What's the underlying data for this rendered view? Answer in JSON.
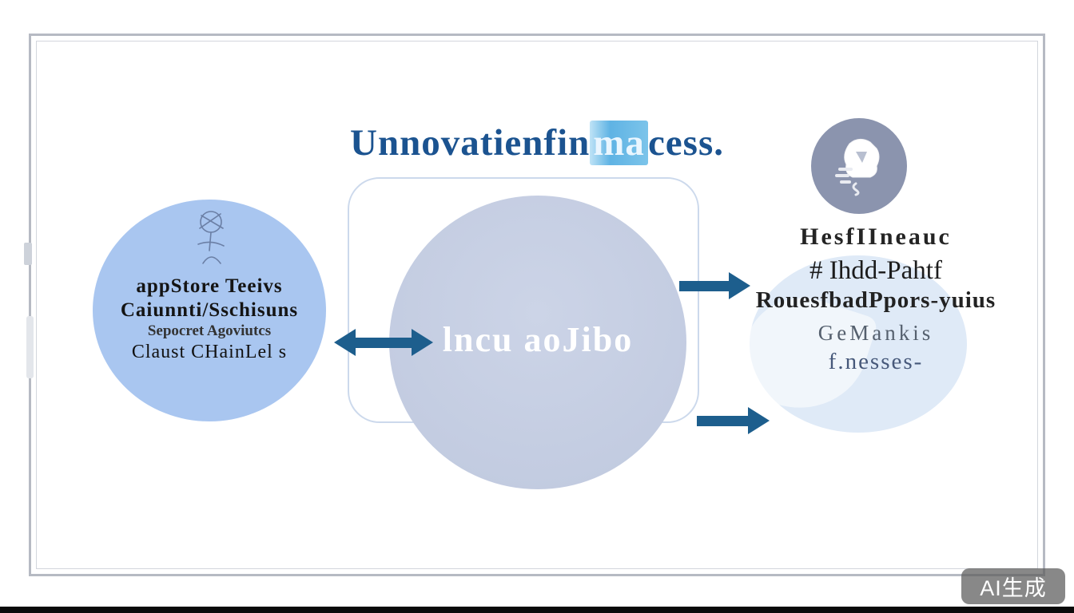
{
  "title": {
    "prefix": "Unnovatienfin",
    "highlight": "ma",
    "suffix": "cess."
  },
  "left_bubble": {
    "lines": [
      "appStore Teeivs",
      "Caiunnti/Sschisuns",
      "Sepocret Agoviutcs",
      "Claust CHainLel s"
    ]
  },
  "center_bubble": {
    "label": "lncu aoJibo"
  },
  "right_text": {
    "lines": [
      "HesfIIneauc",
      "# Ihdd-Pahtf",
      "RouesfbadPpors-yuius",
      "GeMankis",
      "f.nesses-"
    ]
  },
  "watermark": "AI生成",
  "icons": {
    "left_figure": "person-sketch-icon",
    "right_badge": "cup-sketch-icon"
  },
  "colors": {
    "title": "#1b5390",
    "title_highlight": "#5fb3e4",
    "arrow": "#1d5e8d",
    "left_bubble": "#a9c6f0",
    "center_bubble": "#c6cee3",
    "right_bubble": "#dfeaf7",
    "badge_circle": "#8b94ae",
    "frame_border": "#b6bac3"
  }
}
